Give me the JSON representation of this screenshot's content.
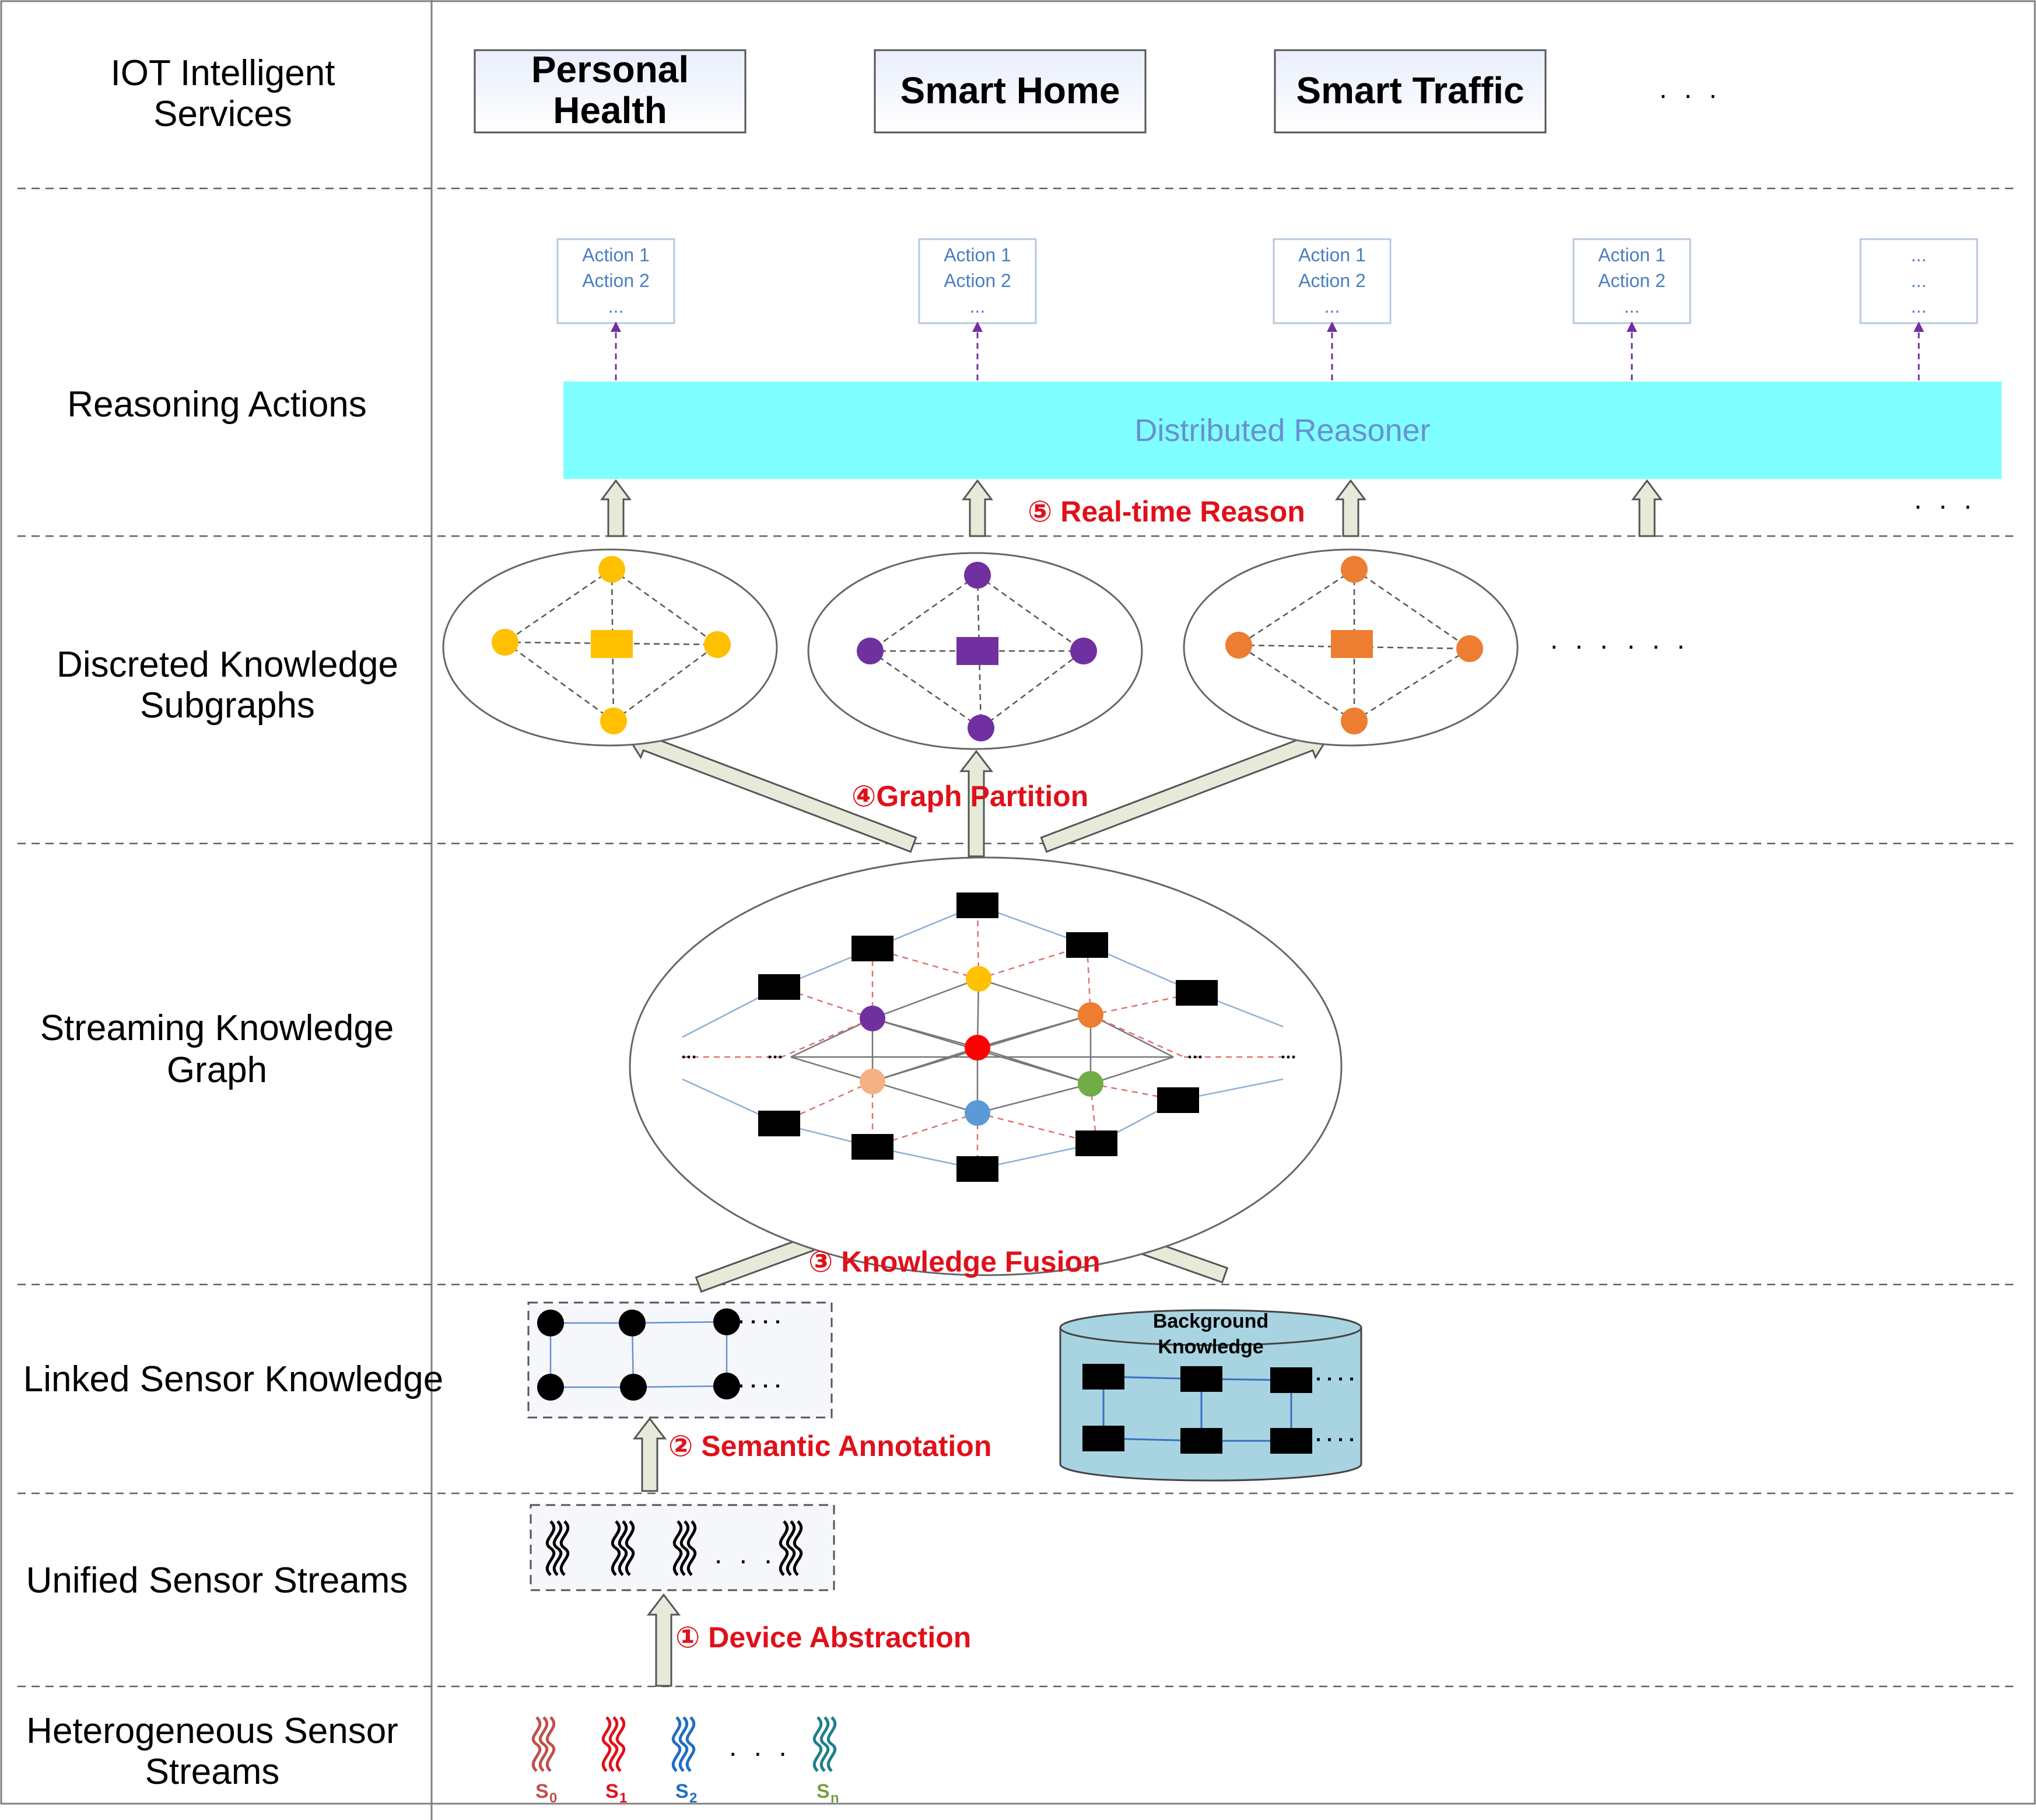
{
  "layers": [
    {
      "id": "services",
      "label_lines": [
        "IOT Intelligent",
        "Services"
      ]
    },
    {
      "id": "reasoning",
      "label_lines": [
        "Reasoning Actions"
      ]
    },
    {
      "id": "subgraphs",
      "label_lines": [
        "Discreted Knowledge",
        "Subgraphs"
      ]
    },
    {
      "id": "streaming",
      "label_lines": [
        "Streaming Knowledge",
        "Graph"
      ]
    },
    {
      "id": "linked",
      "label_lines": [
        "Linked Sensor Knowledge"
      ]
    },
    {
      "id": "unified",
      "label_lines": [
        "Unified Sensor Streams"
      ]
    },
    {
      "id": "heterogeneous",
      "label_lines": [
        "Heterogeneous Sensor",
        "Streams"
      ]
    }
  ],
  "services": [
    {
      "lines": [
        "Personal",
        "Health"
      ]
    },
    {
      "lines": [
        "Smart Home"
      ]
    },
    {
      "lines": [
        "Smart Traffic"
      ]
    }
  ],
  "services_more": ". . .",
  "action_boxes": [
    {
      "lines": [
        "Action 1",
        "Action 2",
        "..."
      ]
    },
    {
      "lines": [
        "Action 1",
        "Action 2",
        "..."
      ]
    },
    {
      "lines": [
        "Action 1",
        "Action 2",
        "..."
      ]
    },
    {
      "lines": [
        "Action 1",
        "Action 2",
        "..."
      ]
    },
    {
      "lines": [
        "...",
        "...",
        "..."
      ]
    }
  ],
  "reasoner_label": "Distributed Reasoner",
  "steps": {
    "device_abstraction": "① Device Abstraction",
    "semantic_annotation": "② Semantic Annotation",
    "knowledge_fusion": "③ Knowledge Fusion",
    "graph_partition": "④Graph Partition",
    "realtime_reason": "⑤ Real-time Reason"
  },
  "background_knowledge_lines": [
    "Background",
    "Knowledge"
  ],
  "sensor_streams": [
    {
      "label": "S",
      "sub": "0",
      "color": "#c0504d"
    },
    {
      "label": "S",
      "sub": "1",
      "color": "#e0101a"
    },
    {
      "label": "S",
      "sub": "2",
      "color": "#1f6fc1"
    },
    {
      "label": "S",
      "sub": "n",
      "color": "#77a03b",
      "wave_color": "#1f7f8c"
    }
  ],
  "ellipsis": ". . .",
  "colors": {
    "reasoner_fill": "#7fffff",
    "reasoner_text": "#6a8fcf",
    "step_text": "#e0101a",
    "subgraph_1": "#ffc000",
    "subgraph_2": "#7030a0",
    "subgraph_3": "#ed7d31",
    "action_text": "#4a7fc1",
    "action_arrow": "#7030a0",
    "block_arrow_fill": "#e6ebd9",
    "background_db_fill": "#a8d4e2"
  }
}
